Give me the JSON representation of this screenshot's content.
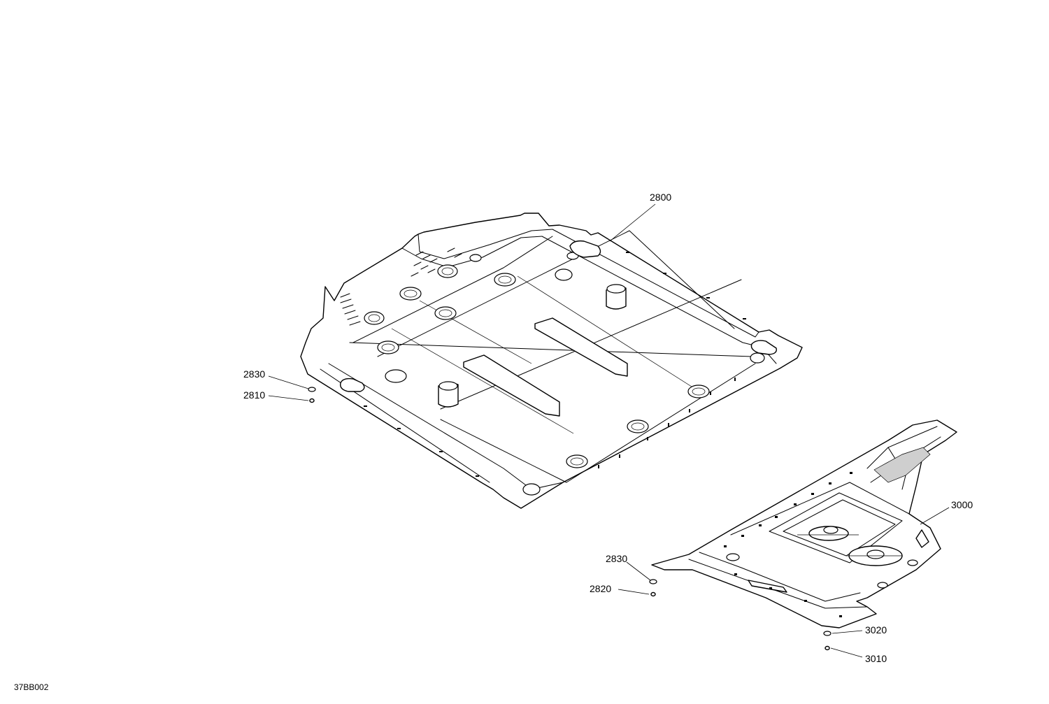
{
  "diagram": {
    "reference_code": "37BB002",
    "callouts": {
      "c2800": "2800",
      "c2830_a": "2830",
      "c2810": "2810",
      "c3000": "3000",
      "c2830_b": "2830",
      "c2820": "2820",
      "c3020": "3020",
      "c3010": "3010"
    }
  }
}
